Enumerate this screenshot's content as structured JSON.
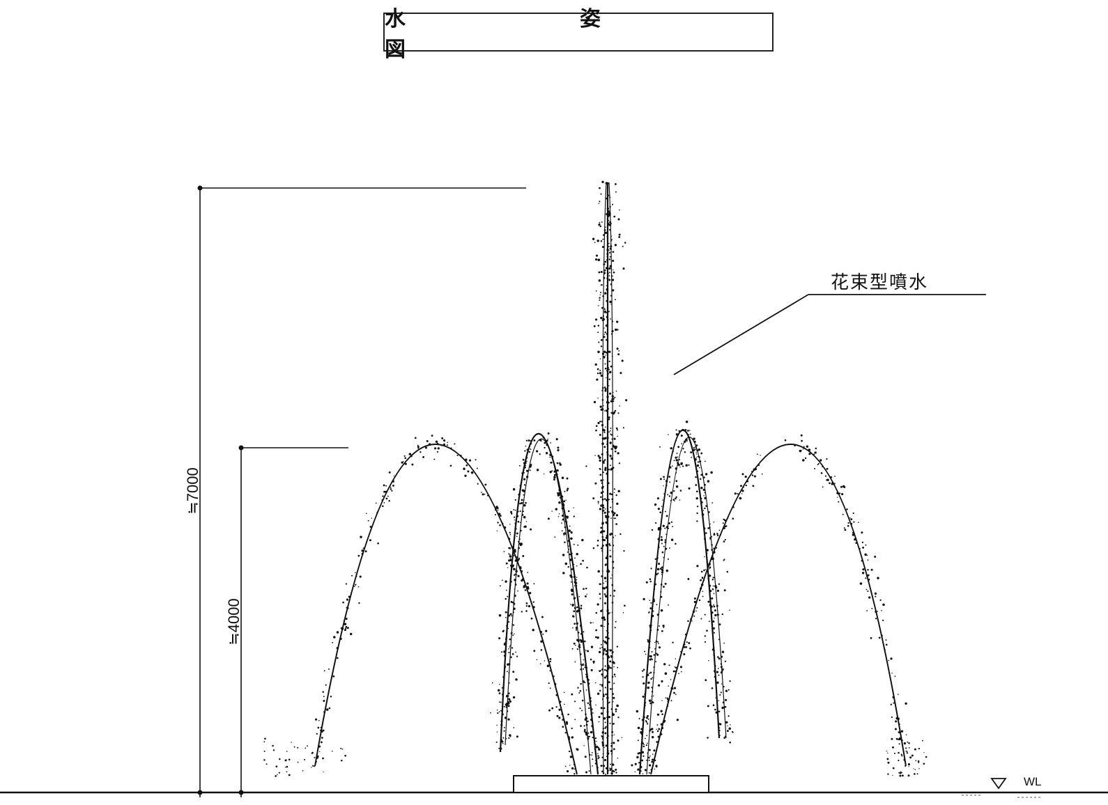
{
  "title": "水　姿　図",
  "dimensions": {
    "overall_height": "≒7000",
    "arch_height": "≒4000"
  },
  "callout": {
    "label": "花束型噴水"
  },
  "water_level": {
    "label": "WL"
  },
  "colors": {
    "ink": "#111111",
    "background": "#ffffff"
  }
}
